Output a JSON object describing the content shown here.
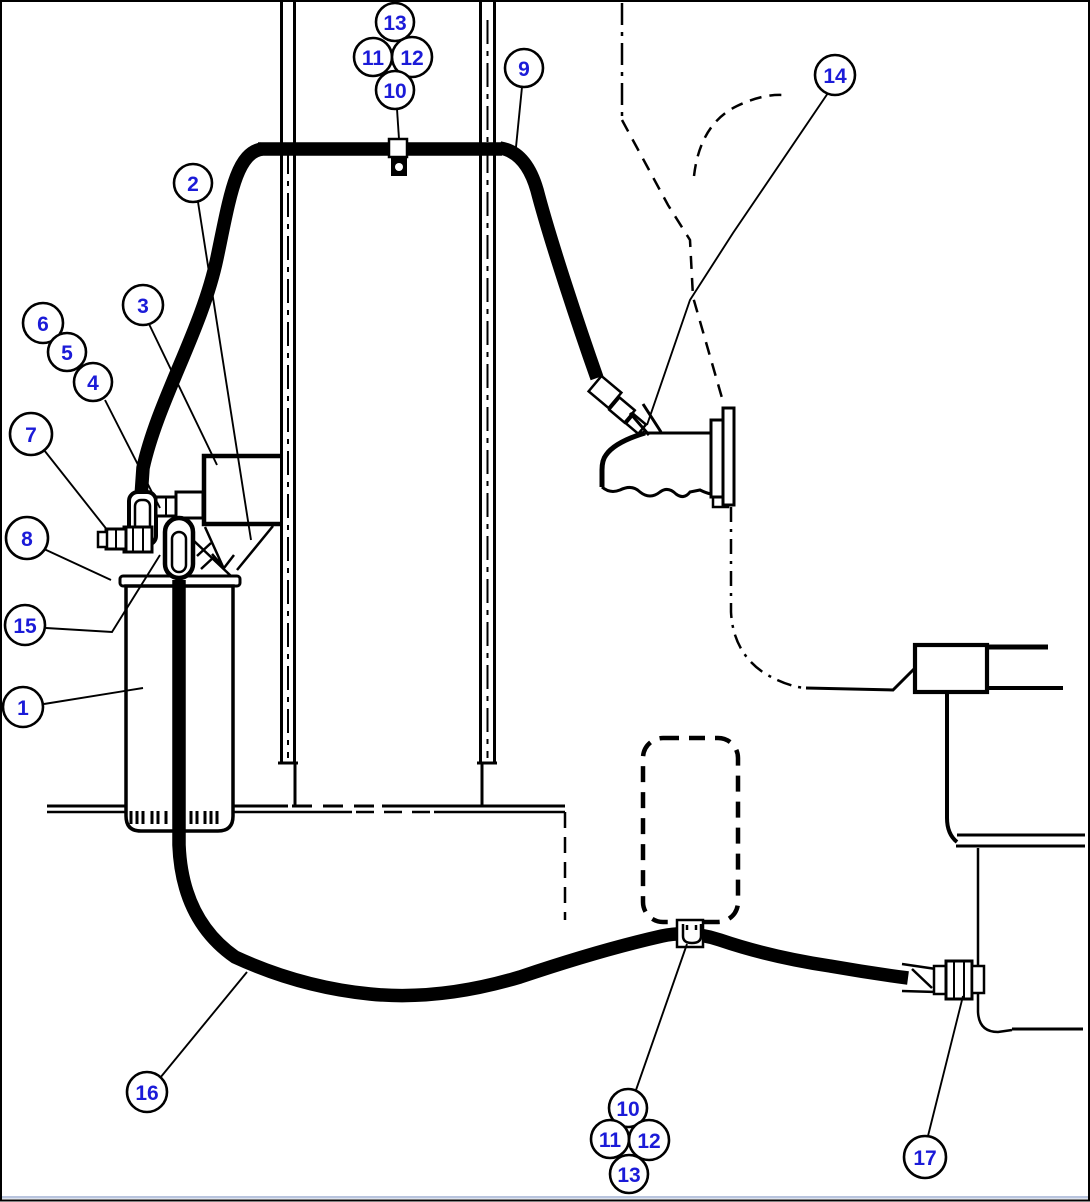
{
  "figure": {
    "colors": {
      "ink": "#000000",
      "callout_number": "#1b1bd8",
      "background": "#ffffff",
      "bottom_edge_line": "#b8c4de"
    },
    "callouts": {
      "t13": {
        "label": "13"
      },
      "t11": {
        "label": "11"
      },
      "t12": {
        "label": "12"
      },
      "t10": {
        "label": "10"
      },
      "n9": {
        "label": "9"
      },
      "n14": {
        "label": "14"
      },
      "n2": {
        "label": "2"
      },
      "n3": {
        "label": "3"
      },
      "n6": {
        "label": "6"
      },
      "n5": {
        "label": "5"
      },
      "n4": {
        "label": "4"
      },
      "n7": {
        "label": "7"
      },
      "n8": {
        "label": "8"
      },
      "n15": {
        "label": "15"
      },
      "n1": {
        "label": "1"
      },
      "n16": {
        "label": "16"
      },
      "b10": {
        "label": "10"
      },
      "b11": {
        "label": "11"
      },
      "b12": {
        "label": "12"
      },
      "b13": {
        "label": "13"
      },
      "n17": {
        "label": "17"
      }
    }
  }
}
